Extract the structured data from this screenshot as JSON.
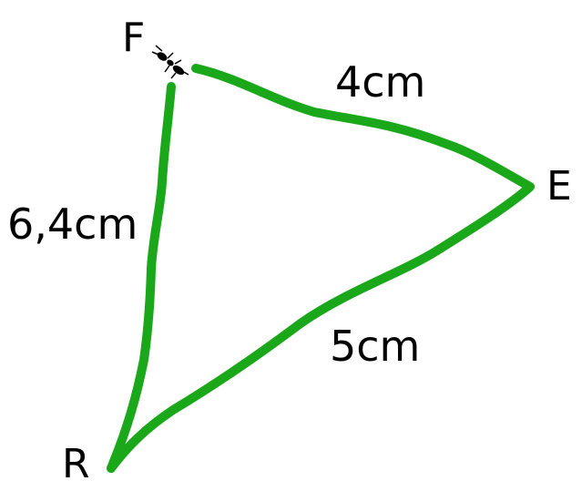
{
  "diagram": {
    "vertices": {
      "F": "F",
      "E": "E",
      "R": "R"
    },
    "edges": {
      "FE": "4cm",
      "ER": "5cm",
      "FR": "6,4cm"
    },
    "colors": {
      "edge_stroke": "#1aa81a",
      "ant": "#000000",
      "text": "#000000"
    },
    "icons": {
      "ant_at_F": "ant-icon"
    }
  }
}
